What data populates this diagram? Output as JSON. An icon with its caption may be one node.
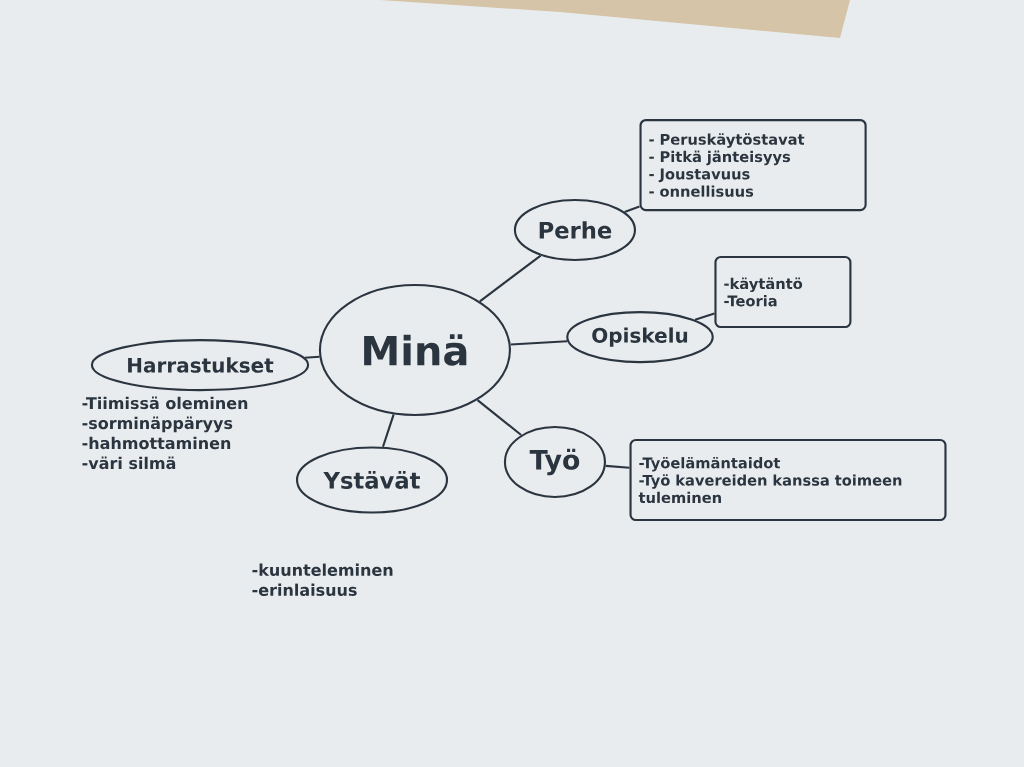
{
  "diagram": {
    "nodes": [
      {
        "text": [
          "Minä"
        ]
      },
      {
        "text": [
          "Perhe"
        ]
      },
      {
        "text": [
          "- Peruskäytöstavat",
          "- Pitkä jänteisyys",
          "- Joustavuus",
          "- onnellisuus"
        ]
      },
      {
        "text": [
          "Opiskelu"
        ]
      },
      {
        "text": [
          "-käytäntö",
          "-Teoria"
        ]
      },
      {
        "text": [
          "Työ"
        ]
      },
      {
        "text": [
          "-Työelämäntaidot",
          "-Työ kavereiden kanssa toimeen tuleminen"
        ]
      },
      {
        "text": [
          "Ystävät"
        ],
        "beside": [
          "-kuunteleminen",
          "-erinlaisuus"
        ]
      },
      {
        "text": [
          "Harrastukset"
        ],
        "beside": [
          "-Tiimissä oleminen",
          "-sorminäppäryys",
          "-hahmottaminen",
          "-väri silmä"
        ]
      }
    ],
    "edges": [
      {
        "from": 0,
        "to": 1,
        "arrow": "none"
      },
      {
        "from": 1,
        "to": 2,
        "arrow": "none"
      },
      {
        "from": 0,
        "to": 3,
        "arrow": "none"
      },
      {
        "from": 3,
        "to": 4,
        "arrow": "none"
      },
      {
        "from": 0,
        "to": 5,
        "arrow": "none"
      },
      {
        "from": 5,
        "to": 6,
        "arrow": "none"
      },
      {
        "from": 0,
        "to": 7,
        "arrow": "none"
      },
      {
        "from": 0,
        "to": 8,
        "arrow": "none"
      }
    ]
  }
}
